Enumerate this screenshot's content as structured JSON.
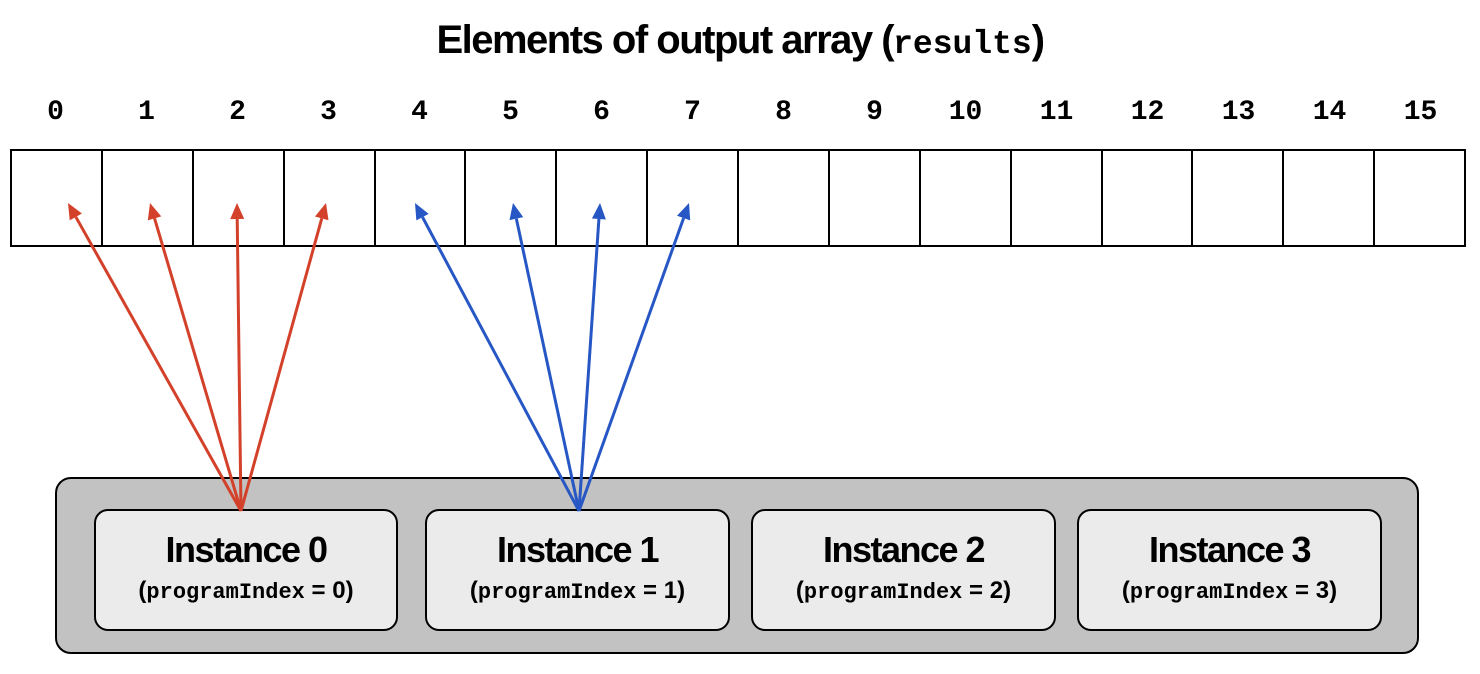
{
  "title": {
    "text": "Elements of output array",
    "code": "results"
  },
  "array": {
    "indices": [
      "0",
      "1",
      "2",
      "3",
      "4",
      "5",
      "6",
      "7",
      "8",
      "9",
      "10",
      "11",
      "12",
      "13",
      "14",
      "15"
    ]
  },
  "instances": [
    {
      "name": "Instance 0",
      "var": "programIndex",
      "op": "=",
      "value": "0"
    },
    {
      "name": "Instance 1",
      "var": "programIndex",
      "op": "=",
      "value": "1"
    },
    {
      "name": "Instance 2",
      "var": "programIndex",
      "op": "=",
      "value": "2"
    },
    {
      "name": "Instance 3",
      "var": "programIndex",
      "op": "=",
      "value": "3"
    }
  ],
  "arrows": [
    {
      "from_instance": 0,
      "to_elements": [
        0,
        1,
        2,
        3
      ],
      "color": "#d3412a"
    },
    {
      "from_instance": 1,
      "to_elements": [
        4,
        5,
        6,
        7
      ],
      "color": "#2657c4"
    }
  ]
}
